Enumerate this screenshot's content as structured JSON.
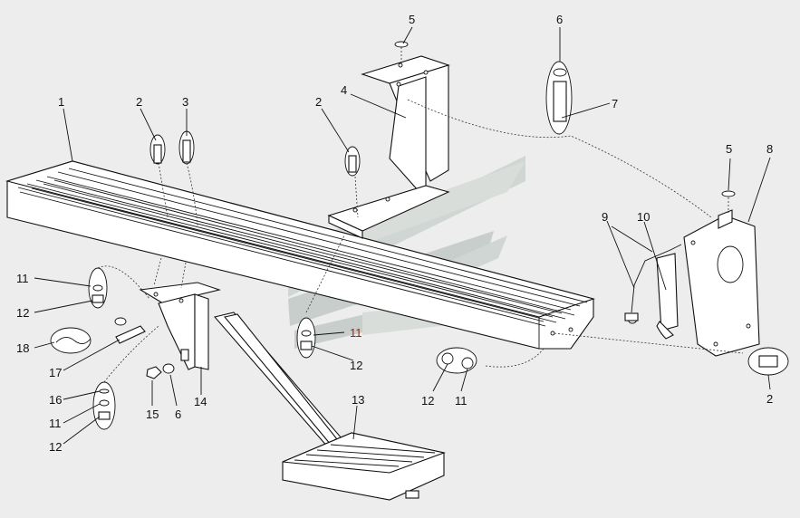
{
  "diagram": {
    "callouts": [
      {
        "id": "c1",
        "label": "1"
      },
      {
        "id": "c2a",
        "label": "2"
      },
      {
        "id": "c3",
        "label": "3"
      },
      {
        "id": "c2b",
        "label": "2"
      },
      {
        "id": "c4",
        "label": "4"
      },
      {
        "id": "c5a",
        "label": "5"
      },
      {
        "id": "c6a",
        "label": "6"
      },
      {
        "id": "c7",
        "label": "7"
      },
      {
        "id": "c5b",
        "label": "5"
      },
      {
        "id": "c8",
        "label": "8"
      },
      {
        "id": "c9",
        "label": "9"
      },
      {
        "id": "c10",
        "label": "10"
      },
      {
        "id": "c11a",
        "label": "11"
      },
      {
        "id": "c12a",
        "label": "12"
      },
      {
        "id": "c18",
        "label": "18"
      },
      {
        "id": "c17",
        "label": "17"
      },
      {
        "id": "c16",
        "label": "16"
      },
      {
        "id": "c11b",
        "label": "11"
      },
      {
        "id": "c12b",
        "label": "12"
      },
      {
        "id": "c15",
        "label": "15"
      },
      {
        "id": "c6b",
        "label": "6"
      },
      {
        "id": "c14",
        "label": "14"
      },
      {
        "id": "c11c",
        "label": "11"
      },
      {
        "id": "c12c",
        "label": "12"
      },
      {
        "id": "c13",
        "label": "13"
      },
      {
        "id": "c12d",
        "label": "12"
      },
      {
        "id": "c11d",
        "label": "11"
      },
      {
        "id": "c2c",
        "label": "2"
      }
    ]
  }
}
